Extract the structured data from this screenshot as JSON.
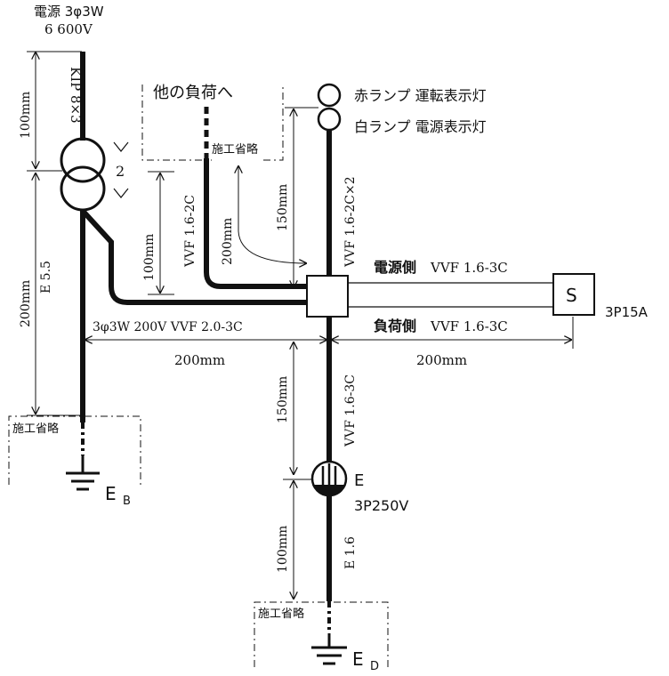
{
  "power": {
    "line1": "電源 3φ3W",
    "line2": "6 600V"
  },
  "transformer": {
    "cable": "KIP 8×3",
    "ratio": "2"
  },
  "other_load": "他の負荷へ",
  "lamps": {
    "red": "赤ランプ 運転表示灯",
    "white": "白ランプ 電源表示灯"
  },
  "omitted": "施工省略",
  "cables": {
    "vvf_16_2c": "VVF 1.6-2C",
    "vvf_16_2c_x2": "VVF 1.6-2C×2",
    "vvf_16_3c_vertical": "VVF 1.6-3C",
    "source_side_label": "電源側",
    "source_side_cable": "VVF 1.6-3C",
    "load_side_label": "負荷側",
    "load_side_cable": "VVF 1.6-3C",
    "main_feed": "3φ3W 200V  VVF 2.0-3C",
    "e55": "E 5.5",
    "e16": "E 1.6"
  },
  "switch": {
    "symbol": "S",
    "rating": "3P15A"
  },
  "outlet": {
    "symbol": "E",
    "rating": "3P250V"
  },
  "grounds": {
    "b_main": "E",
    "b_sub": "B",
    "d_main": "E",
    "d_sub": "D"
  },
  "dimensions": {
    "d100_top": "100mm",
    "d200_left": "200mm",
    "d100_mid": "100mm",
    "d200_branch": "200mm",
    "d150_upper": "150mm",
    "d200_bottom_left": "200mm",
    "d200_bottom_right": "200mm",
    "d150_lower": "150mm",
    "d100_lower": "100mm"
  }
}
